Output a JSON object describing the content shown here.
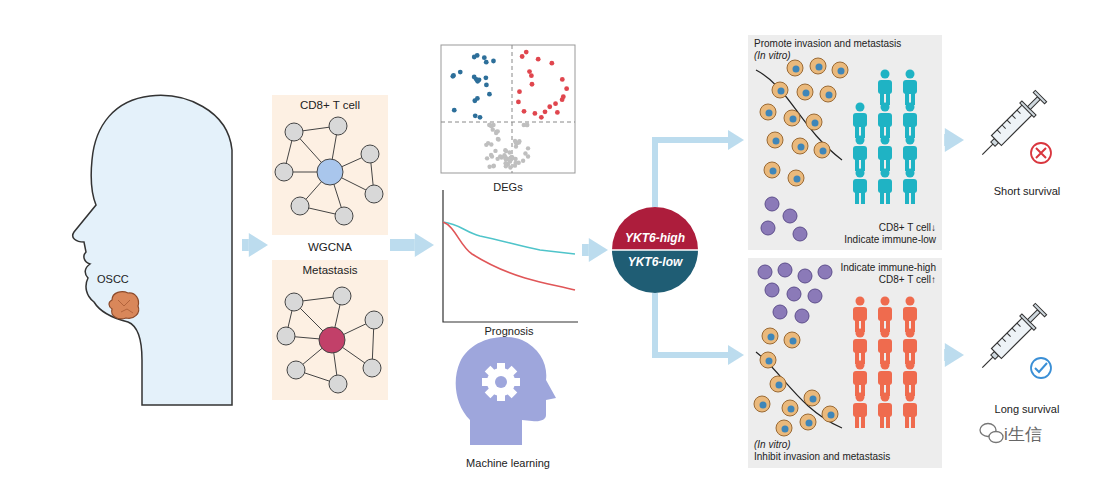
{
  "diagram": {
    "nodes": [
      {
        "text": [
          "OSCC"
        ]
      },
      {
        "text": [
          "WGCNA"
        ]
      },
      {
        "text": [
          "CD8+ T cell"
        ],
        "in": 1
      },
      {
        "text": [
          "Metastasis"
        ],
        "in": 1
      },
      {
        "text": [
          "DEGs"
        ]
      },
      {
        "text": [
          "Prognosis"
        ]
      },
      {
        "text": [
          "Machine learning"
        ]
      },
      {
        "text": [
          "YKT6-high",
          "YKT6-low"
        ]
      },
      {
        "text": [
          "Promote invasion and metastasis",
          "(In vitro)",
          "CD8+ T cell↓",
          "Indicate immune-low"
        ]
      },
      {
        "text": [
          "Short survival"
        ]
      },
      {
        "text": [
          "Indicate immune-high",
          "CD8+ T cell↑",
          "(In vitro)",
          "Inhibit invasion and metastasis"
        ]
      },
      {
        "text": [
          "Long survival"
        ]
      }
    ],
    "edges": [
      {
        "from": 0,
        "to": 1,
        "arrow": "to"
      },
      {
        "from": 1,
        "to": 5,
        "arrow": "to"
      },
      {
        "from": 5,
        "to": 7,
        "arrow": "to"
      },
      {
        "from": 7,
        "to": 8,
        "arrow": "to"
      },
      {
        "from": 7,
        "to": 10,
        "arrow": "to"
      },
      {
        "from": 8,
        "to": 9,
        "arrow": "to"
      },
      {
        "from": 10,
        "to": 11,
        "arrow": "to"
      }
    ],
    "labels": [
      "i生信"
    ]
  }
}
